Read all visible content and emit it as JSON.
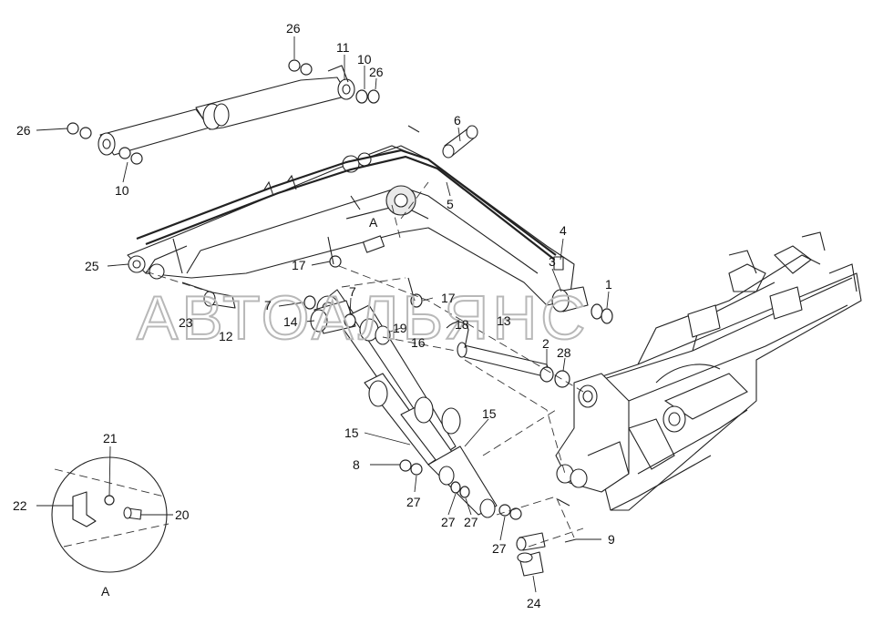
{
  "watermark": "АВТОАЛЬЯНС",
  "detail_label": "A",
  "callouts": [
    {
      "id": "c-26a",
      "text": "26"
    },
    {
      "id": "c-11",
      "text": "11"
    },
    {
      "id": "c-10a",
      "text": "10"
    },
    {
      "id": "c-26b",
      "text": "26"
    },
    {
      "id": "c-26c",
      "text": "26"
    },
    {
      "id": "c-10b",
      "text": "10"
    },
    {
      "id": "c-6",
      "text": "6"
    },
    {
      "id": "c-5",
      "text": "5"
    },
    {
      "id": "c-4",
      "text": "4"
    },
    {
      "id": "c-3",
      "text": "3"
    },
    {
      "id": "c-1",
      "text": "1"
    },
    {
      "id": "c-A-main",
      "text": "A"
    },
    {
      "id": "c-25",
      "text": "25"
    },
    {
      "id": "c-17a",
      "text": "17"
    },
    {
      "id": "c-17b",
      "text": "17"
    },
    {
      "id": "c-7a",
      "text": "7"
    },
    {
      "id": "c-7b",
      "text": "7"
    },
    {
      "id": "c-23",
      "text": "23"
    },
    {
      "id": "c-14",
      "text": "14"
    },
    {
      "id": "c-12",
      "text": "12"
    },
    {
      "id": "c-19",
      "text": "19"
    },
    {
      "id": "c-16",
      "text": "16"
    },
    {
      "id": "c-18",
      "text": "18"
    },
    {
      "id": "c-13",
      "text": "13"
    },
    {
      "id": "c-2",
      "text": "2"
    },
    {
      "id": "c-28",
      "text": "28"
    },
    {
      "id": "c-15a",
      "text": "15"
    },
    {
      "id": "c-15b",
      "text": "15"
    },
    {
      "id": "c-8",
      "text": "8"
    },
    {
      "id": "c-27a",
      "text": "27"
    },
    {
      "id": "c-27b",
      "text": "27"
    },
    {
      "id": "c-27c",
      "text": "27"
    },
    {
      "id": "c-27d",
      "text": "27"
    },
    {
      "id": "c-9",
      "text": "9"
    },
    {
      "id": "c-24",
      "text": "24"
    },
    {
      "id": "c-21",
      "text": "21"
    },
    {
      "id": "c-22",
      "text": "22"
    },
    {
      "id": "c-20",
      "text": "20"
    }
  ]
}
